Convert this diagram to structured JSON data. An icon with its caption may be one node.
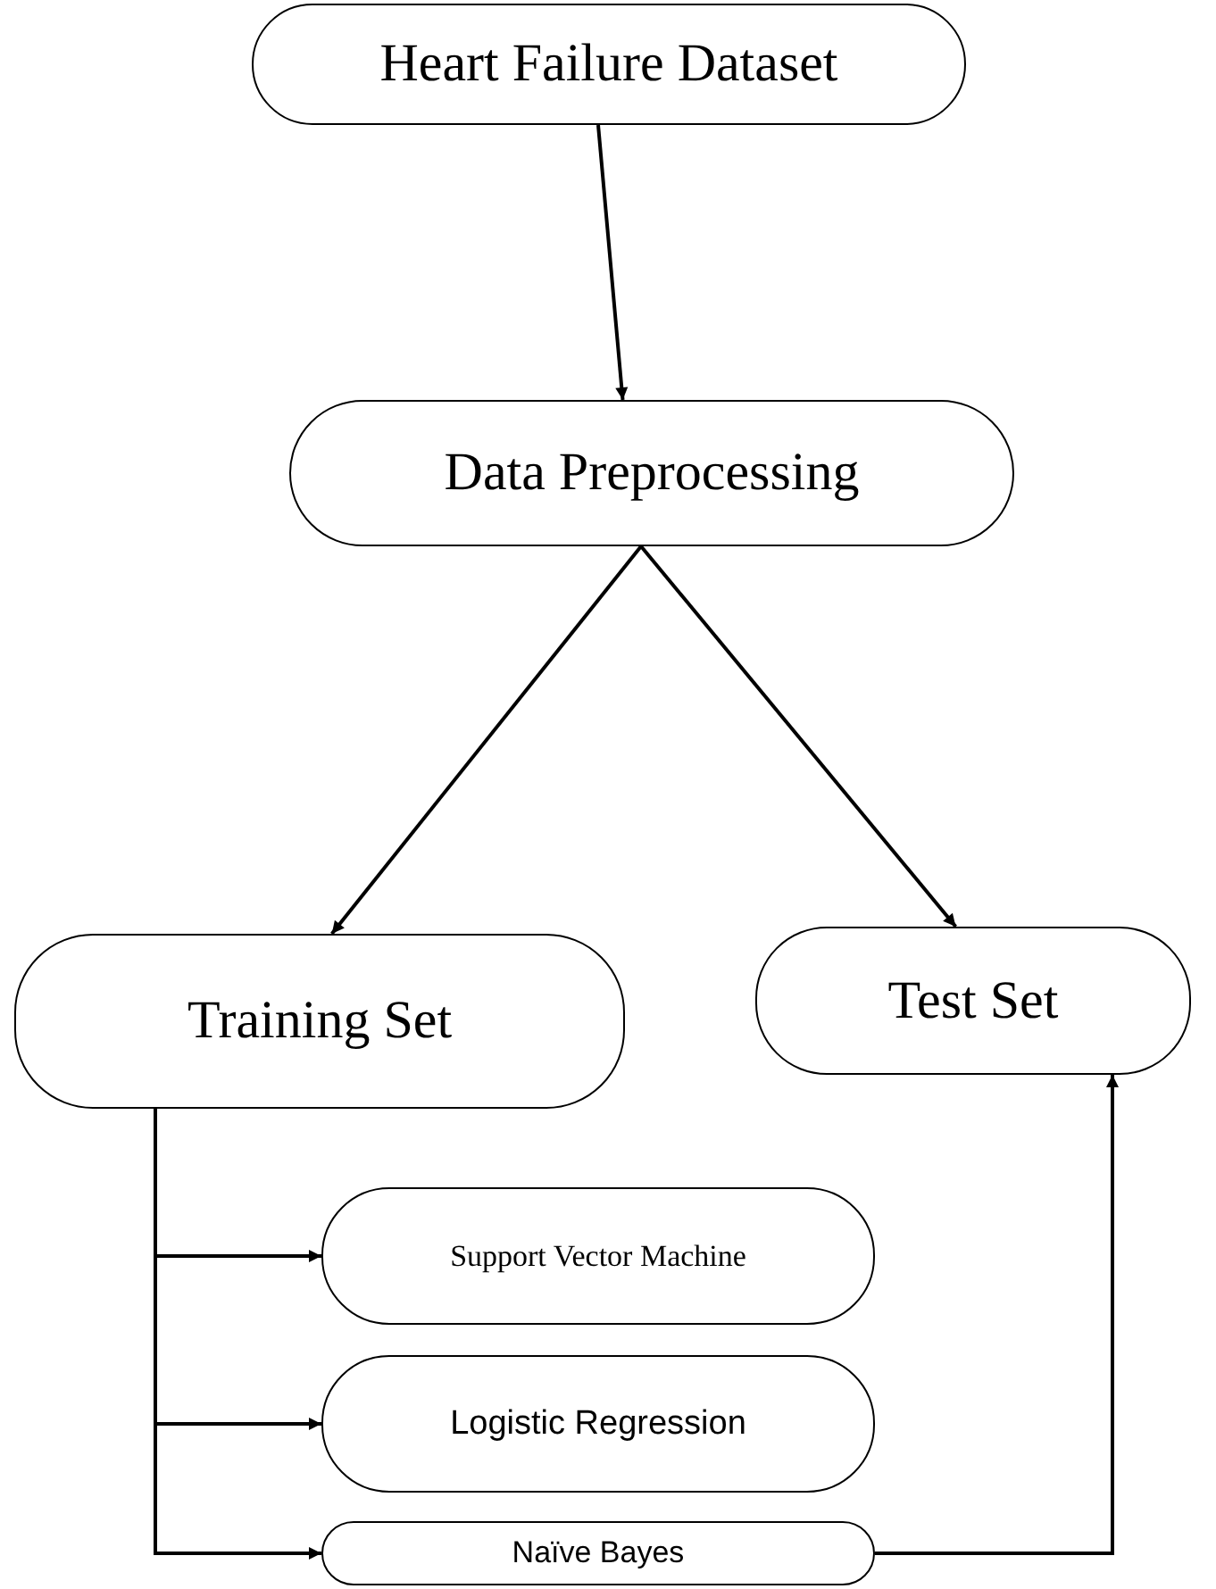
{
  "diagram": {
    "nodes": [
      {
        "text": [
          "Heart Failure Dataset"
        ]
      },
      {
        "text": [
          "Data Preprocessing"
        ]
      },
      {
        "text": [
          "Training Set"
        ]
      },
      {
        "text": [
          "Test Set"
        ]
      },
      {
        "text": [
          "Support Vector Machine"
        ]
      },
      {
        "text": [
          "Logistic Regression"
        ]
      },
      {
        "text": [
          "Naïve Bayes"
        ]
      }
    ],
    "edges": [
      {
        "from": 0,
        "to": 1,
        "arrow": "to"
      },
      {
        "from": 1,
        "to": 2,
        "arrow": "to"
      },
      {
        "from": 1,
        "to": 3,
        "arrow": "to"
      },
      {
        "from": 2,
        "to": 4,
        "arrow": "to"
      },
      {
        "from": 2,
        "to": 5,
        "arrow": "to"
      },
      {
        "from": 2,
        "to": 6,
        "arrow": "to"
      },
      {
        "from": 6,
        "to": 3,
        "arrow": "to"
      }
    ]
  }
}
